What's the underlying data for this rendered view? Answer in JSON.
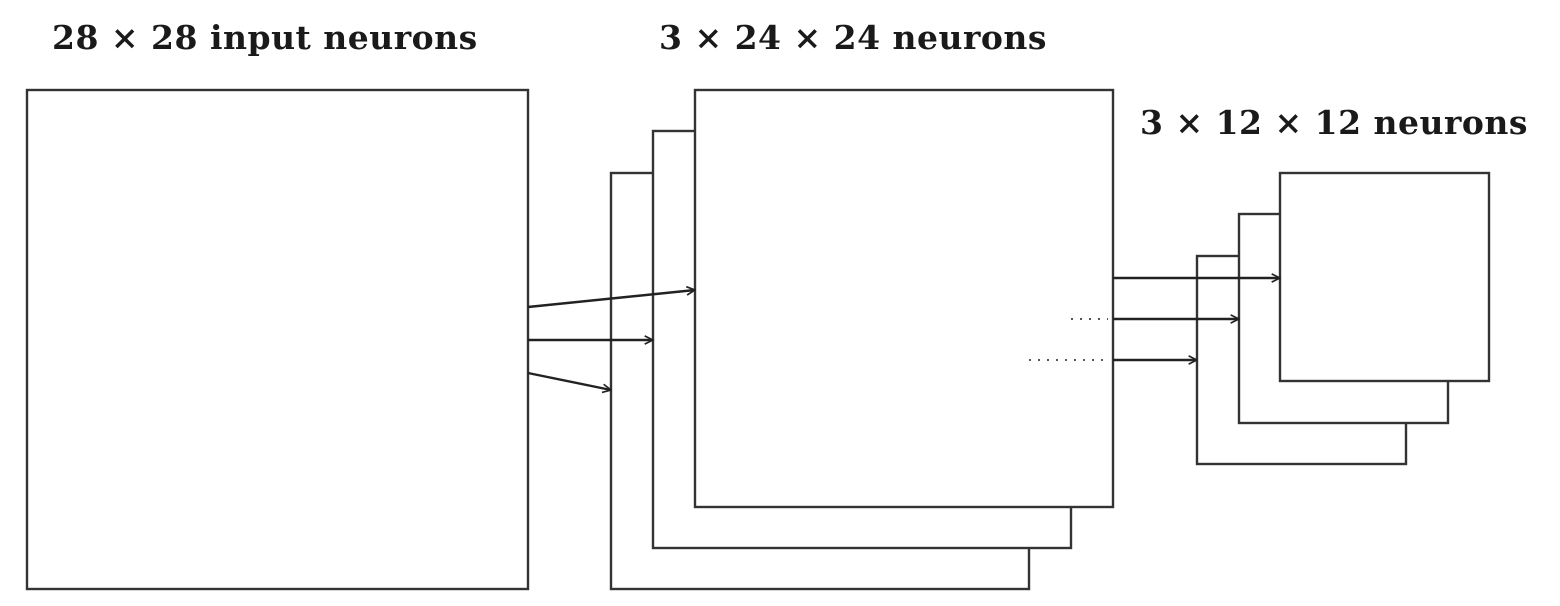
{
  "labels": {
    "input_layer": "28 × 28 input neurons",
    "conv_layer": "3 × 24 × 24 neurons",
    "pool_layer": "3 × 12 × 12 neurons"
  },
  "colors": {
    "stroke": "#333333",
    "background": "#ffffff",
    "text": "#1a1a1a"
  }
}
